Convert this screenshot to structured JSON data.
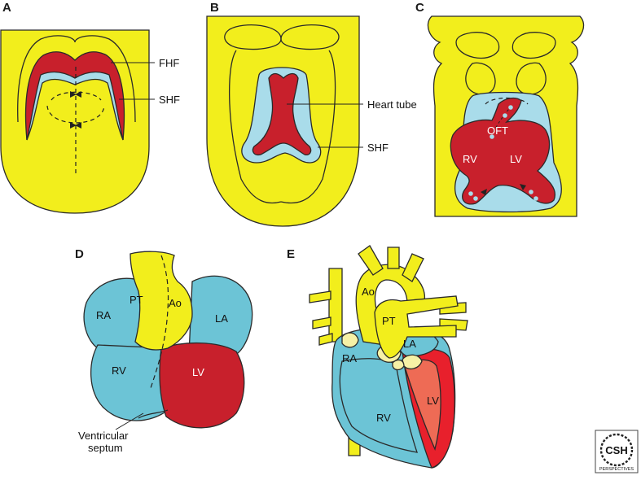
{
  "colors": {
    "yellow": "#f2ee1c",
    "blue": "#a9dcea",
    "red": "#c8202c",
    "ventricle_blue": "#6cc4d6",
    "lv_salmon": "#ee6b55",
    "valve_cream": "#f6f1a6",
    "outline": "#2a2a2a"
  },
  "panels": {
    "a": {
      "label": "A",
      "fhf": "FHF",
      "shf": "SHF"
    },
    "b": {
      "label": "B",
      "heart_tube": "Heart tube",
      "shf": "SHF"
    },
    "c": {
      "label": "C",
      "oft": "OFT",
      "rv": "RV",
      "lv": "LV"
    },
    "d": {
      "label": "D",
      "pt": "PT",
      "ao": "Ao",
      "ra": "RA",
      "la": "LA",
      "rv": "RV",
      "lv": "LV",
      "septum_line1": "Ventricular",
      "septum_line2": "septum"
    },
    "e": {
      "label": "E",
      "ao": "Ao",
      "pt": "PT",
      "ra": "RA",
      "la": "LA",
      "rv": "RV",
      "lv": "LV"
    }
  },
  "logo": {
    "main": "CSH",
    "sub": "PERSPECTIVES"
  }
}
